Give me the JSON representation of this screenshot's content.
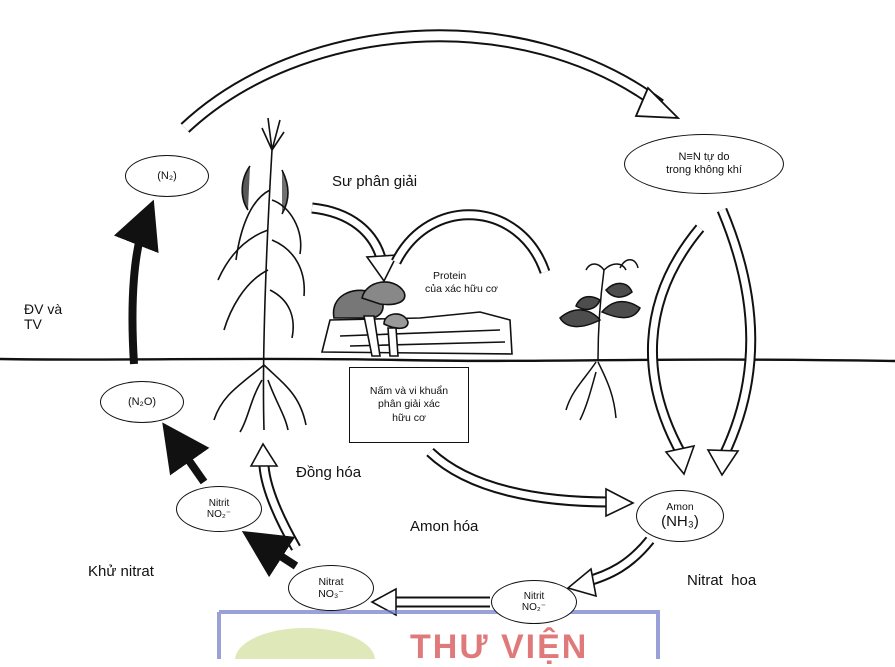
{
  "diagram": {
    "nodes": {
      "n2": "(N₂)",
      "n2_air": [
        "N≡N tự do",
        "trong không khí"
      ],
      "n2o": "(N₂O)",
      "nitrite_left": [
        "Nitrit",
        "NO₂⁻"
      ],
      "nitrate": [
        "Nitrat",
        "NO₃⁻"
      ],
      "nitrite_right": [
        "Nitrit",
        "NO₂⁻"
      ],
      "ammonium": [
        "Amon",
        "(NH₃)"
      ]
    },
    "decomposer_box": [
      "Nấm và vi khuẩn",
      "phân giải xác",
      "hữu cơ"
    ],
    "labels": {
      "decomposition": "Sư phân giải",
      "protein": [
        "Protein",
        "của xác hữu cơ"
      ],
      "animals_plants": [
        "ĐV và",
        "TV"
      ],
      "assimilation": "Đồng hóa",
      "ammonification": "Amon hóa",
      "denitrification": "Khử nitrat",
      "nitrification": "Nitrat  hoa"
    },
    "watermark": "THƯ VIỆN"
  },
  "colors": {
    "ink": "#111111",
    "watermark_red": "#e07a7a",
    "watermark_blue": "#6f78c8",
    "watermark_green": "#c9d98a"
  }
}
